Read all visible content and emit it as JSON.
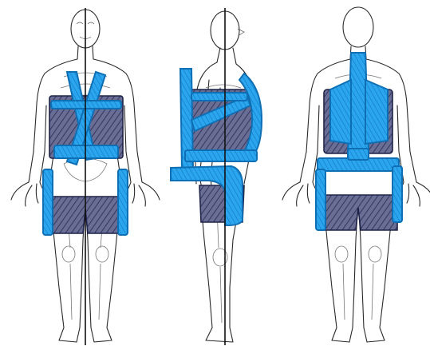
{
  "figure": {
    "views": [
      {
        "id": "anterior",
        "orientation": "front"
      },
      {
        "id": "lateral",
        "orientation": "side"
      },
      {
        "id": "posterior",
        "orientation": "back"
      }
    ],
    "colors": {
      "background": "#ffffff",
      "outline": "#2a2a2a",
      "garment_dark": "#5b5f86",
      "strap_blue": "#1f9ae6"
    }
  }
}
